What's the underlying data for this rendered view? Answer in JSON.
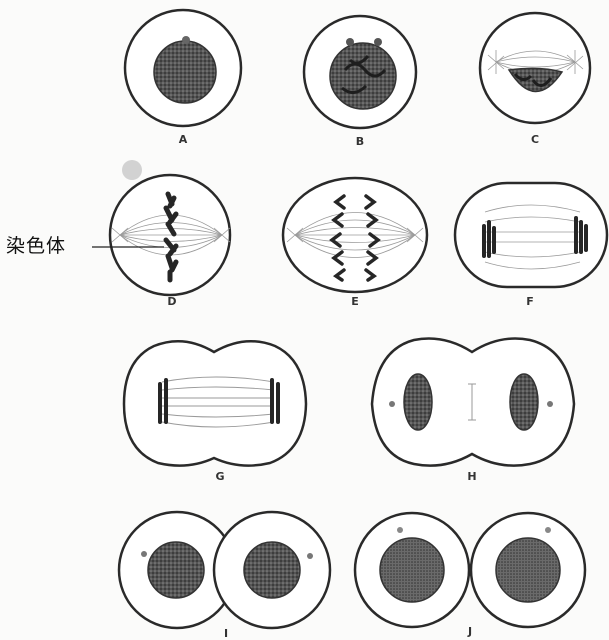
{
  "callout_label": "染色体",
  "stage_labels": {
    "A": "A",
    "B": "B",
    "C": "C",
    "D": "D",
    "E": "E",
    "F": "F",
    "G": "G",
    "H": "H",
    "I": "I",
    "J": "J"
  },
  "colors": {
    "outline": "#2a2a2a",
    "cytoplasm": "#ffffff",
    "nucleus": "#4a4a4a",
    "chromosome": "#262626",
    "spindle": "#9a9a9a"
  }
}
